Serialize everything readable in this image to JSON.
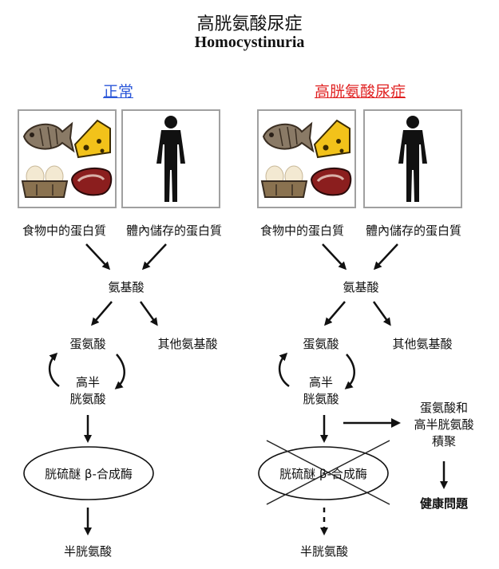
{
  "title": {
    "chinese": "高胱氨酸尿症",
    "english": "Homocystinuria"
  },
  "normal": {
    "heading": "正常",
    "heading_color": "#2b57d9",
    "food_protein": "食物中的蛋白質",
    "body_protein": "體內儲存的蛋白質",
    "amino_acids": "氨基酸",
    "methionine": "蛋氨酸",
    "other_amino_acids": "其他氨基酸",
    "homocysteine_line1": "高半",
    "homocysteine_line2": "胱氨酸",
    "enzyme": "胱硫醚 β-合成酶",
    "cysteine": "半胱氨酸"
  },
  "disease": {
    "heading": "高胱氨酸尿症",
    "heading_color": "#e02020",
    "food_protein": "食物中的蛋白質",
    "body_protein": "體內儲存的蛋白質",
    "amino_acids": "氨基酸",
    "methionine": "蛋氨酸",
    "other_amino_acids": "其他氨基酸",
    "homocysteine_line1": "高半",
    "homocysteine_line2": "胱氨酸",
    "enzyme": "胱硫醚 β-合成酶",
    "cysteine": "半胱氨酸",
    "accumulation_line1": "蛋氨酸和",
    "accumulation_line2": "高半胱氨酸",
    "accumulation_line3": "積聚",
    "health_problems": "健康問題"
  },
  "icons": [
    "fish-icon",
    "cheese-icon",
    "eggs-icon",
    "steak-icon",
    "human-silhouette-icon"
  ]
}
